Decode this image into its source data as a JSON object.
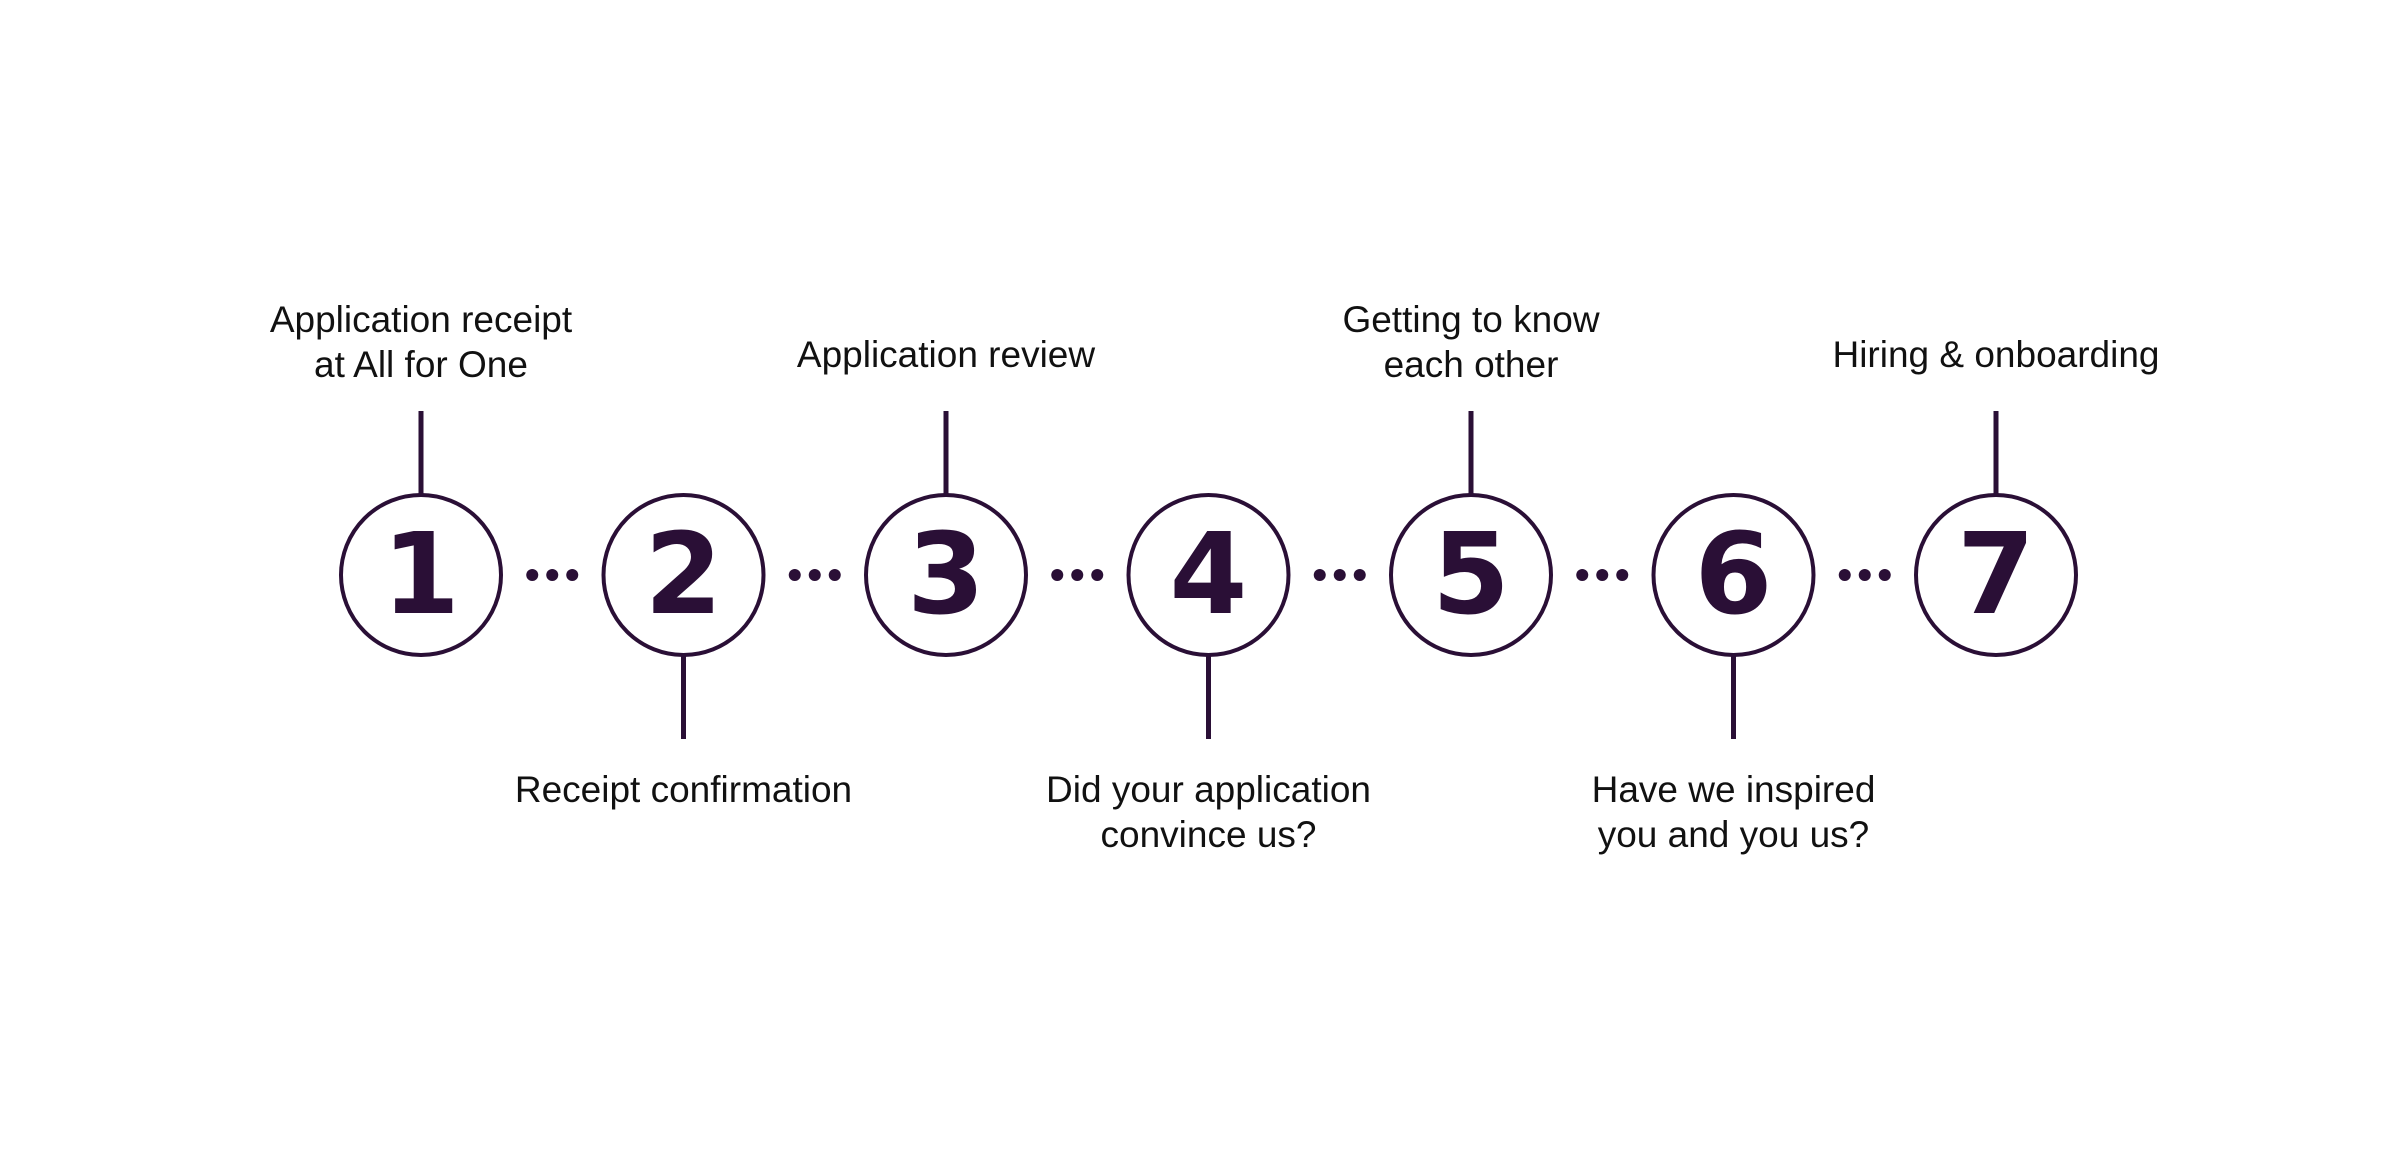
{
  "colors": {
    "ink": "#2a0f36",
    "background": "#ffffff"
  },
  "steps": [
    {
      "number": "1",
      "label_position": "top",
      "lines": [
        "Application receipt",
        "at All for One"
      ]
    },
    {
      "number": "2",
      "label_position": "bottom",
      "lines": [
        "Receipt confirmation"
      ]
    },
    {
      "number": "3",
      "label_position": "top",
      "lines": [
        "Application review"
      ]
    },
    {
      "number": "4",
      "label_position": "bottom",
      "lines": [
        "Did your application",
        "convince us?"
      ]
    },
    {
      "number": "5",
      "label_position": "top",
      "lines": [
        "Getting to know",
        "each other"
      ]
    },
    {
      "number": "6",
      "label_position": "bottom",
      "lines": [
        "Have we inspired",
        "you and you us?"
      ]
    },
    {
      "number": "7",
      "label_position": "top",
      "lines": [
        "Hiring & onboarding"
      ]
    }
  ]
}
